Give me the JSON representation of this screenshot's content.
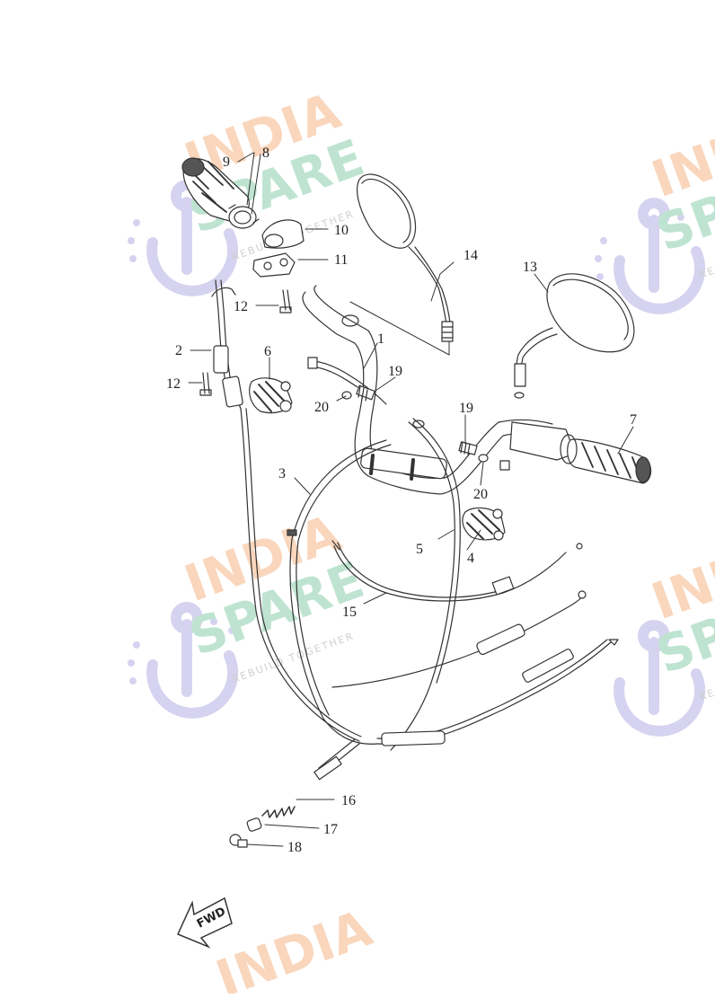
{
  "diagram": {
    "callouts": [
      "1",
      "2",
      "3",
      "4",
      "5",
      "6",
      "7",
      "8",
      "9",
      "10",
      "11",
      "12",
      "12",
      "13",
      "14",
      "15",
      "16",
      "17",
      "18",
      "19",
      "19",
      "20",
      "20"
    ],
    "fwd_label": "FWD"
  },
  "watermark": {
    "line1": "INDIA",
    "line2": "SPARE",
    "tagline": "REBUILD TOGETHER",
    "colors": {
      "india": "#f7c9a6",
      "spare": "#a9dcc2",
      "icon": "#c8c5ea"
    }
  }
}
